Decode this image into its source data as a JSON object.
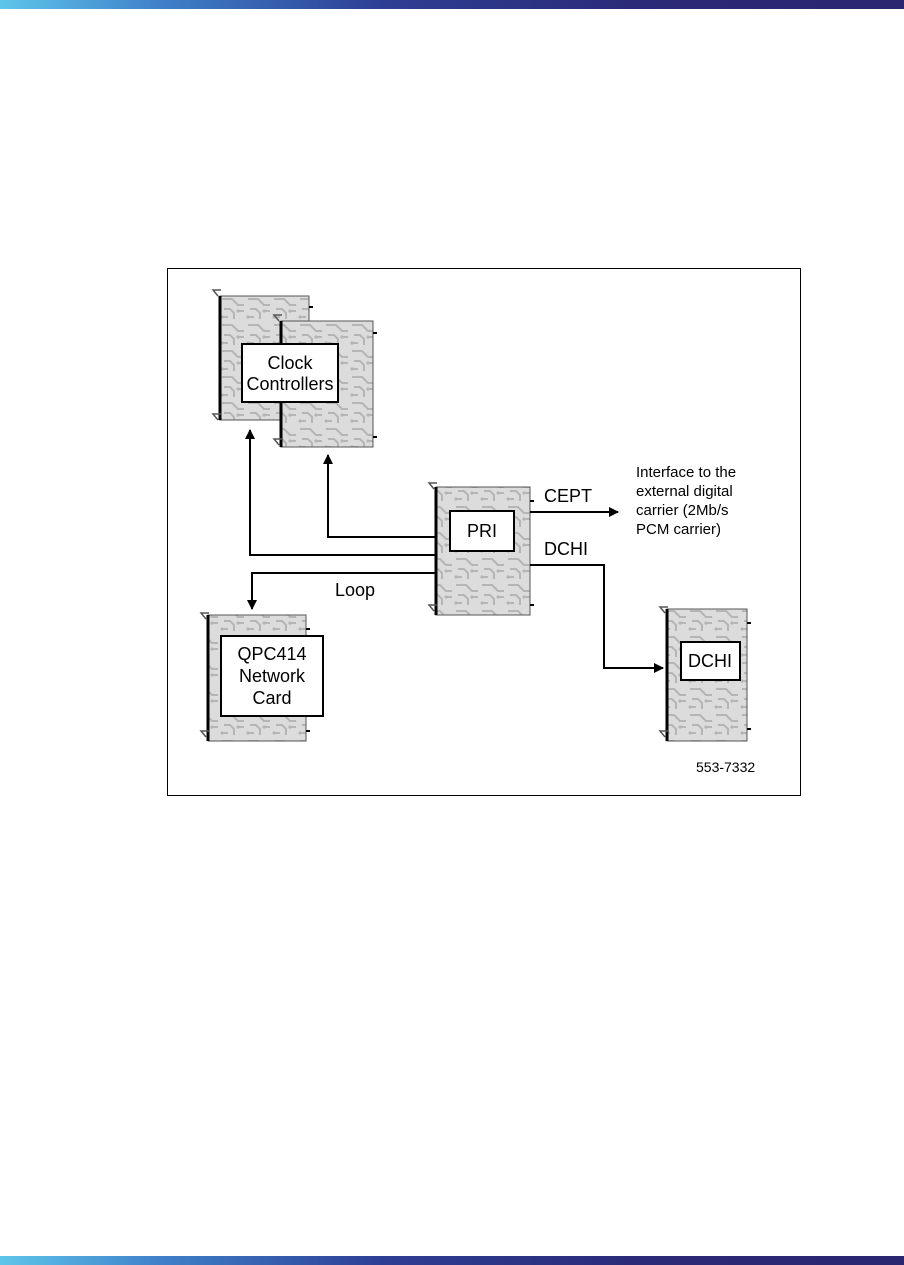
{
  "header": {
    "band_color": "#2b2a78",
    "band_accent": "#5ec6ea"
  },
  "figure": {
    "clock_label_line1": "Clock",
    "clock_label_line2": "Controllers",
    "pri_label": "PRI",
    "network_label_line1": "QPC414",
    "network_label_line2": "Network",
    "network_label_line3": "Card",
    "dchi_card_label": "DCHI",
    "cept_label": "CEPT",
    "dchi_link_label": "DCHI",
    "loop_label": "Loop",
    "interface_line1": "Interface to the",
    "interface_line2": "external digital",
    "interface_line3": "carrier (2Mb/s",
    "interface_line4": "PCM carrier)",
    "figure_number": "553-7332"
  }
}
